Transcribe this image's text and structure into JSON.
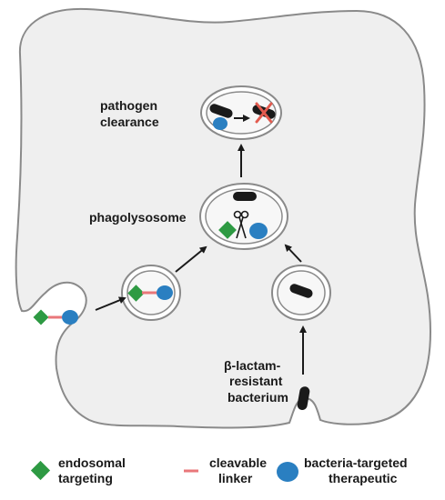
{
  "labels": {
    "pathogen_clearance": [
      "pathogen",
      "clearance"
    ],
    "phagolysosome": "phagolysosome",
    "bacterium": [
      "β-lactam-",
      "resistant",
      "bacterium"
    ]
  },
  "legend": {
    "endosomal": [
      "endosomal",
      "targeting"
    ],
    "linker": [
      "cleavable",
      "linker"
    ],
    "therapeutic": [
      "bacteria-targeted",
      "therapeutic"
    ]
  },
  "colors": {
    "cell_fill": "#efefef",
    "membrane": "#8a8a8a",
    "diamond": "#2e9a43",
    "therapeutic": "#2a7fc1",
    "linker": "#e9777a",
    "bacterium": "#1a1a1a",
    "cross": "#e35b4f"
  },
  "icons": {
    "scissors": "scissors-icon",
    "cross": "cross-icon"
  }
}
